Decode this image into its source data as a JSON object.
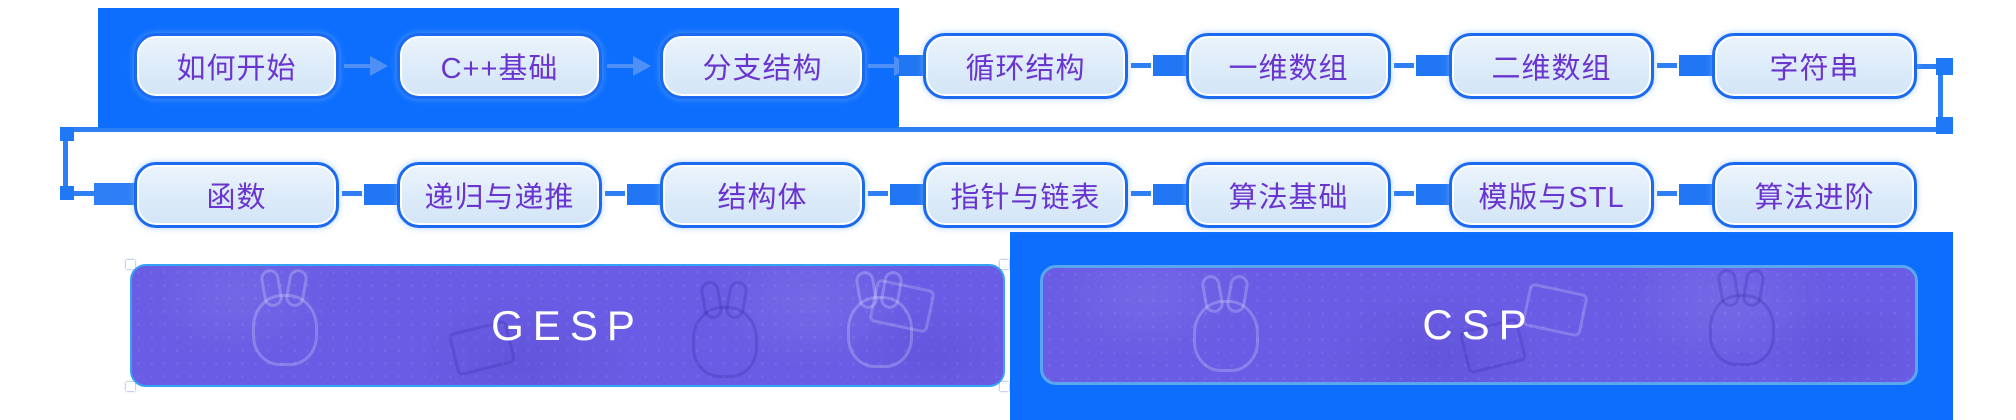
{
  "colors": {
    "primary_blue": "#0d6efd",
    "connector_blue": "#2e7ef5",
    "arrow_blue": "#4f90f7",
    "node_border": "#1b6af0",
    "node_fill": "#dcebf9",
    "node_text_purple": "#6a34cf",
    "banner_purple": "#6a5ce4",
    "banner_border_blue": "#35a2f5",
    "banner_text": "#ffffff"
  },
  "flow": {
    "row1": [
      {
        "label": "如何开始"
      },
      {
        "label": "C++基础"
      },
      {
        "label": "分支结构"
      },
      {
        "label": "循环结构"
      },
      {
        "label": "一维数组"
      },
      {
        "label": "二维数组"
      },
      {
        "label": "字符串"
      }
    ],
    "row2": [
      {
        "label": "函数"
      },
      {
        "label": "递归与递推"
      },
      {
        "label": "结构体"
      },
      {
        "label": "指针与链表"
      },
      {
        "label": "算法基础"
      },
      {
        "label": "模版与STL"
      },
      {
        "label": "算法进阶"
      }
    ]
  },
  "banners": {
    "gesp": {
      "label": "GESP"
    },
    "csp": {
      "label": "CSP"
    }
  }
}
